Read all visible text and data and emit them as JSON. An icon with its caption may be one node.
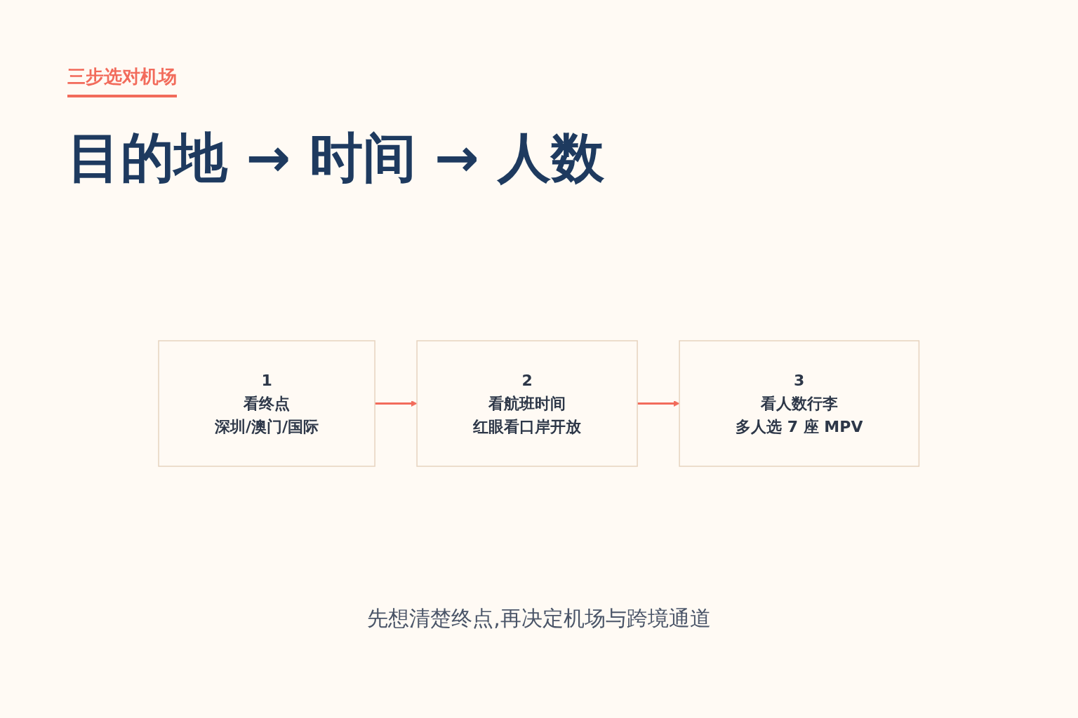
{
  "diagram": {
    "title": "目的地 → 时间 → 人数",
    "caption": "先想清楚终点,再决定机场与跨境通道",
    "labels": [
      "三步选对机场"
    ],
    "nodes": [
      {
        "text": [
          "1",
          "看终点",
          "深圳/澳门/国际"
        ]
      },
      {
        "text": [
          "2",
          "看航班时间",
          "红眼看口岸开放"
        ]
      },
      {
        "text": [
          "3",
          "看人数行李",
          "多人选 7 座 MPV"
        ]
      }
    ],
    "edges": [
      {
        "from": 0,
        "to": 1,
        "arrow": "to"
      },
      {
        "from": 1,
        "to": 2,
        "arrow": "to"
      }
    ]
  }
}
